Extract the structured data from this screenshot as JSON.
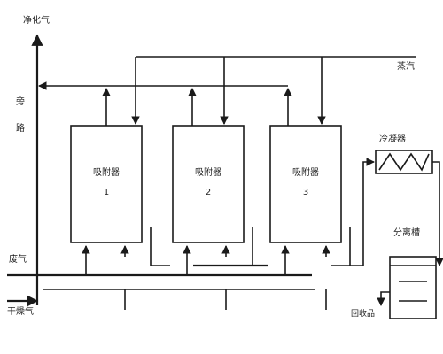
{
  "labels": {
    "purified_gas": "净化气",
    "bypass_1": "旁",
    "bypass_2": "路",
    "waste_gas": "废气",
    "dry_air": "干燥气",
    "steam": "蒸汽",
    "condenser": "冷凝器",
    "separator": "分离槽",
    "recovered": "回收品"
  },
  "adsorbers": [
    {
      "name": "吸附器",
      "number": "1"
    },
    {
      "name": "吸附器",
      "number": "2"
    },
    {
      "name": "吸附器",
      "number": "3"
    }
  ]
}
